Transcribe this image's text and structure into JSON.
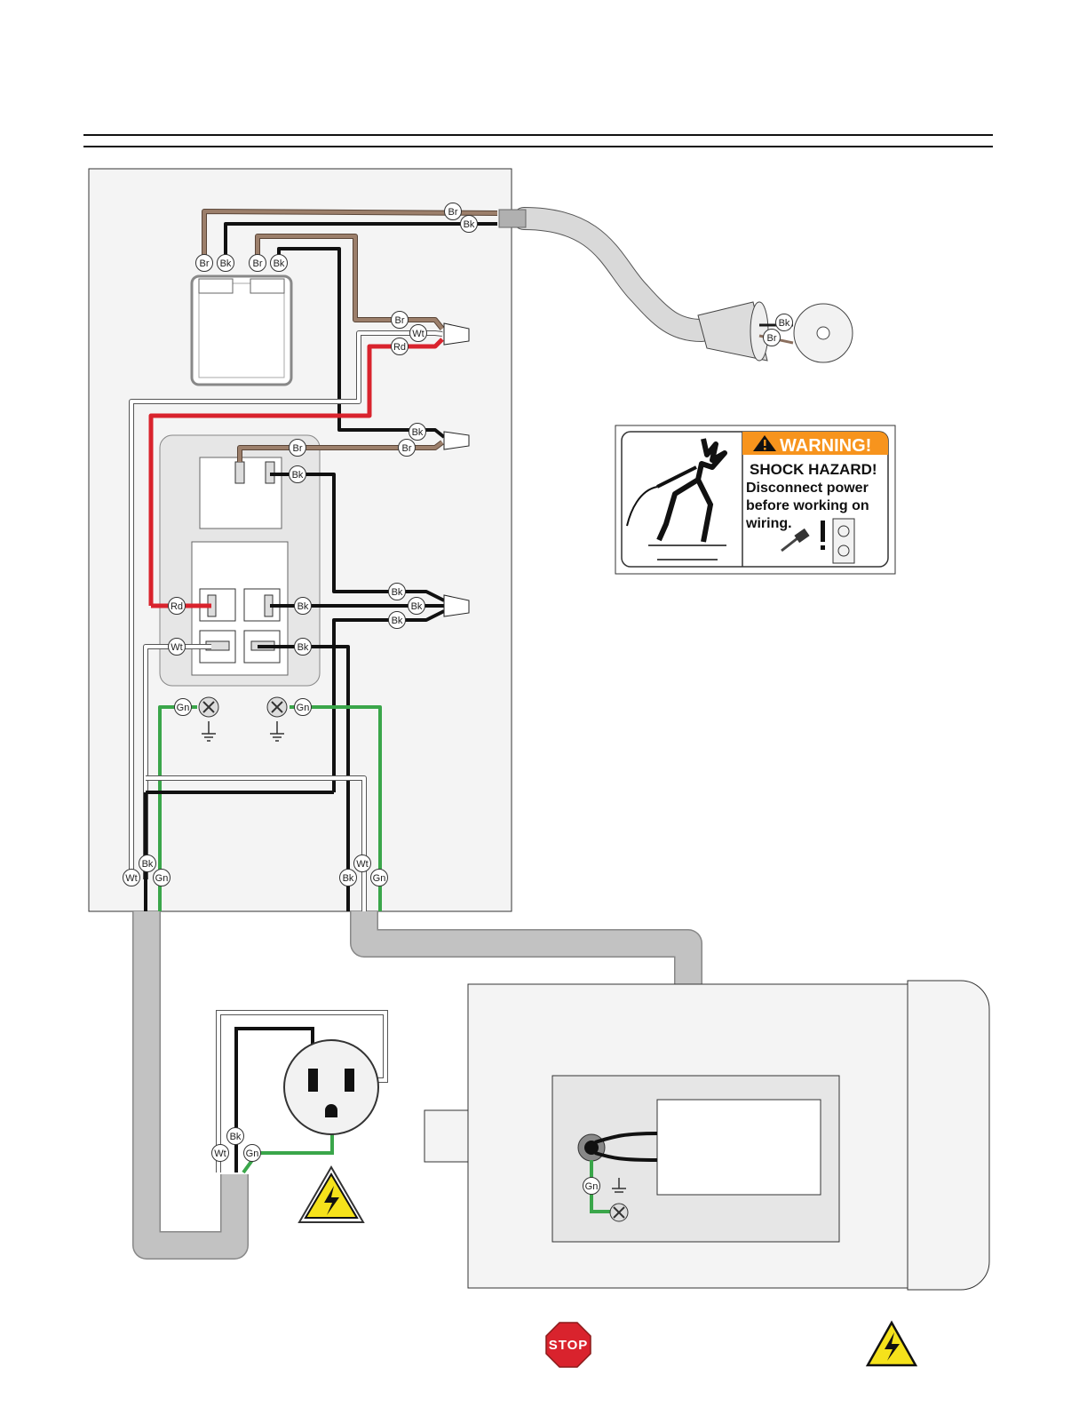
{
  "wire_labels": {
    "brown": "Br",
    "black": "Bk",
    "white": "Wt",
    "red": "Rd",
    "green": "Gn"
  },
  "warning_label": {
    "title": "WARNING!",
    "heading": "SHOCK HAZARD!",
    "lines": [
      "Disconnect power",
      "before working on",
      "wiring."
    ],
    "header_color": "#f7941d"
  },
  "footer": {
    "stop_sign": "STOP"
  },
  "wire_colors": {
    "brown": "#8b6f5e",
    "black": "#1a1a1a",
    "white": "#ffffff",
    "red": "#d9232d",
    "green": "#3aa64a",
    "conduit": "#bdbdbd"
  },
  "icons": [
    "ground-symbol-icon",
    "ground-screw-icon",
    "electrical-hazard-icon",
    "stop-sign-icon",
    "outlet-icon",
    "plug-icon",
    "shock-figure-icon"
  ]
}
